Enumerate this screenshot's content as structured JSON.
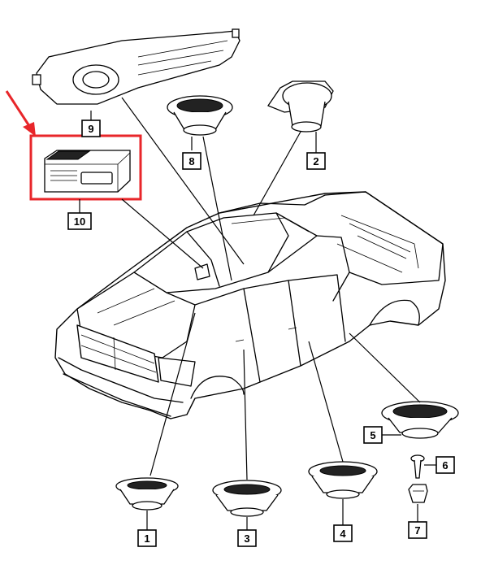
{
  "callouts": {
    "c1": "1",
    "c2": "2",
    "c3": "3",
    "c4": "4",
    "c5": "5",
    "c6": "6",
    "c7": "7",
    "c8": "8",
    "c9": "9",
    "c10": "10"
  },
  "highlight": {
    "color": "#e8262a",
    "target_callout": "10"
  }
}
